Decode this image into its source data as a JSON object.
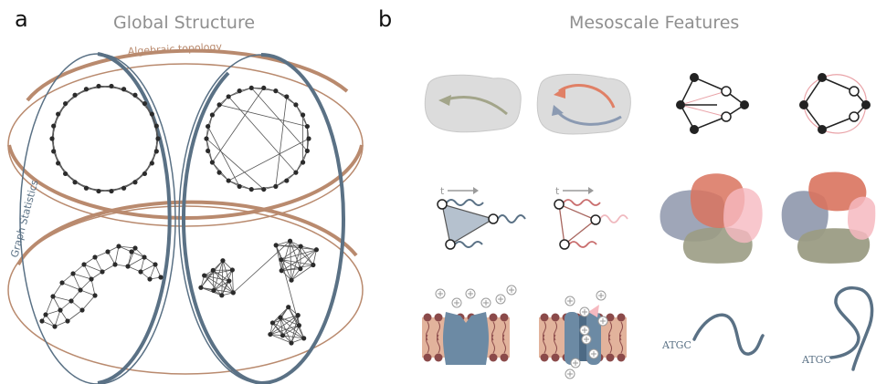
{
  "panel_a": {
    "letter": "a",
    "title": "Global Structure",
    "label_topology": "Algebraic topology",
    "label_statistics": "Graph Statistics"
  },
  "panel_b": {
    "letter": "b",
    "title": "Mesoscale Features",
    "time_label_1": "t",
    "time_label_2": "t",
    "dna_label_1": "ATGC",
    "dna_label_2": "ATGC"
  },
  "colors": {
    "topology_ellipse": "#b98a6e",
    "statistics_ellipse": "#5a7185",
    "node": "#2b2b2b",
    "edge": "#4a4a4a",
    "blob_gray": "#d9d9d9",
    "arrow_olive": "#a3a58a",
    "arrow_salmon": "#e08066",
    "arrow_blue": "#8b9ab2",
    "pink": "#e9a3a8",
    "orange_blob": "#d9735e",
    "pink_blob": "#f6b9c0",
    "slate_blob": "#8e97ac",
    "olive_blob": "#9b9c84",
    "membrane": "#e2b39c",
    "lipid_head": "#8b4a4a",
    "channel": "#6c8aa4",
    "plus_sign": "#9a9a9a"
  },
  "icons": {
    "plus": "plus-sign-icon",
    "arrow": "arrow-icon"
  }
}
